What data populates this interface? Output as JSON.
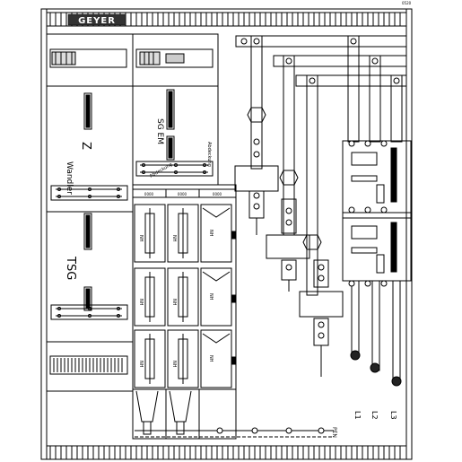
{
  "header": {
    "brand": "GEYER",
    "drawing_ref": "0520"
  },
  "panels": {
    "wandler": {
      "code": "Z",
      "name": "Wandler"
    },
    "tsg": {
      "code": "TSG"
    },
    "sgem": {
      "name": "SG EM",
      "tag_a": "Abdeckung",
      "tag_b": "Abdeckung"
    }
  },
  "fuse_columns": {
    "labels": [
      "0000",
      "0000",
      "0000"
    ],
    "fuse_mark": "NH"
  },
  "phases": [
    "L1",
    "L2",
    "L3"
  ],
  "pen_label": "PEN",
  "colors": {
    "line": "#000000",
    "background": "#ffffff",
    "fill": "#ffffff",
    "dark": "#111111"
  }
}
